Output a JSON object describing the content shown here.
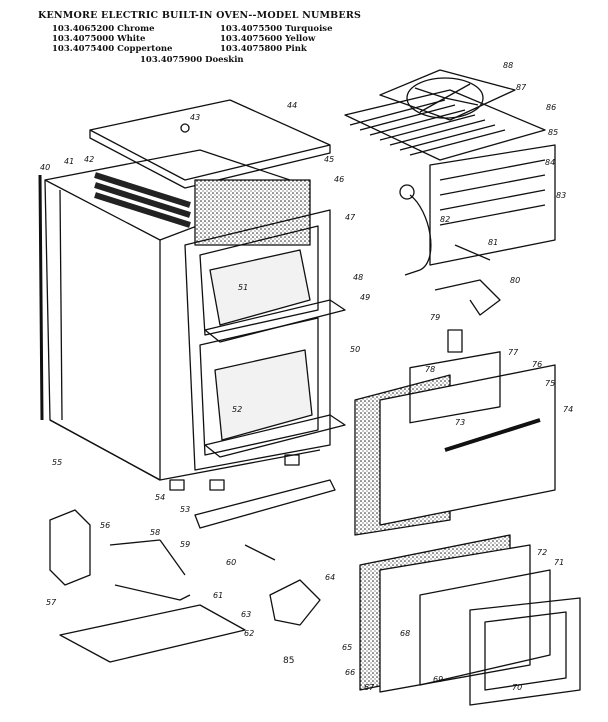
{
  "title": "KENMORE ELECTRIC BUILT-IN OVEN--MODEL NUMBERS",
  "models": [
    {
      "number": "103.4065200",
      "color": "Chrome"
    },
    {
      "number": "103.4075000",
      "color": "White"
    },
    {
      "number": "103.4075400",
      "color": "Coppertone"
    },
    {
      "number": "103.4075500",
      "color": "Turquoise"
    },
    {
      "number": "103.4075600",
      "color": "Yellow"
    },
    {
      "number": "103.4075800",
      "color": "Pink"
    },
    {
      "number": "103.4075900",
      "color": "Doeskin"
    }
  ],
  "page_number": "85",
  "callouts": [
    "40",
    "41",
    "42",
    "43",
    "44",
    "45",
    "46",
    "47",
    "48",
    "49",
    "50",
    "51",
    "52",
    "53",
    "54",
    "55",
    "56",
    "57",
    "58",
    "59",
    "60",
    "61",
    "62",
    "63",
    "64",
    "65",
    "66",
    "67",
    "68",
    "69",
    "70",
    "71",
    "72",
    "73",
    "74",
    "75",
    "76",
    "77",
    "78",
    "79",
    "80",
    "81",
    "82",
    "83",
    "84",
    "85",
    "86",
    "87",
    "88"
  ]
}
